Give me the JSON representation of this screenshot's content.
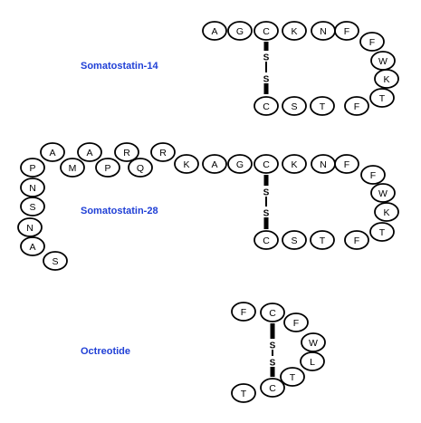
{
  "label_color": "#1f3fd6",
  "peptides": [
    {
      "id": "somatostatin-14",
      "name": "Somatostatin-14",
      "disulfide": [
        "S",
        "S"
      ],
      "residues": [
        "A",
        "G",
        "C",
        "K",
        "N",
        "F",
        "F",
        "W",
        "K",
        "T",
        "F",
        "T",
        "S",
        "C"
      ]
    },
    {
      "id": "somatostatin-28",
      "name": "Somatostatin-28",
      "disulfide": [
        "S",
        "S"
      ],
      "residues": [
        "S",
        "A",
        "N",
        "S",
        "N",
        "P",
        "A",
        "M",
        "A",
        "P",
        "R",
        "Q",
        "R",
        "K",
        "A",
        "G",
        "C",
        "K",
        "N",
        "F",
        "F",
        "W",
        "K",
        "T",
        "F",
        "T",
        "S",
        "C"
      ]
    },
    {
      "id": "octreotide",
      "name": "Octreotide",
      "disulfide": [
        "S",
        "S"
      ],
      "residues": [
        "F",
        "C",
        "F",
        "W",
        "L",
        "T",
        "C",
        "T"
      ]
    }
  ]
}
